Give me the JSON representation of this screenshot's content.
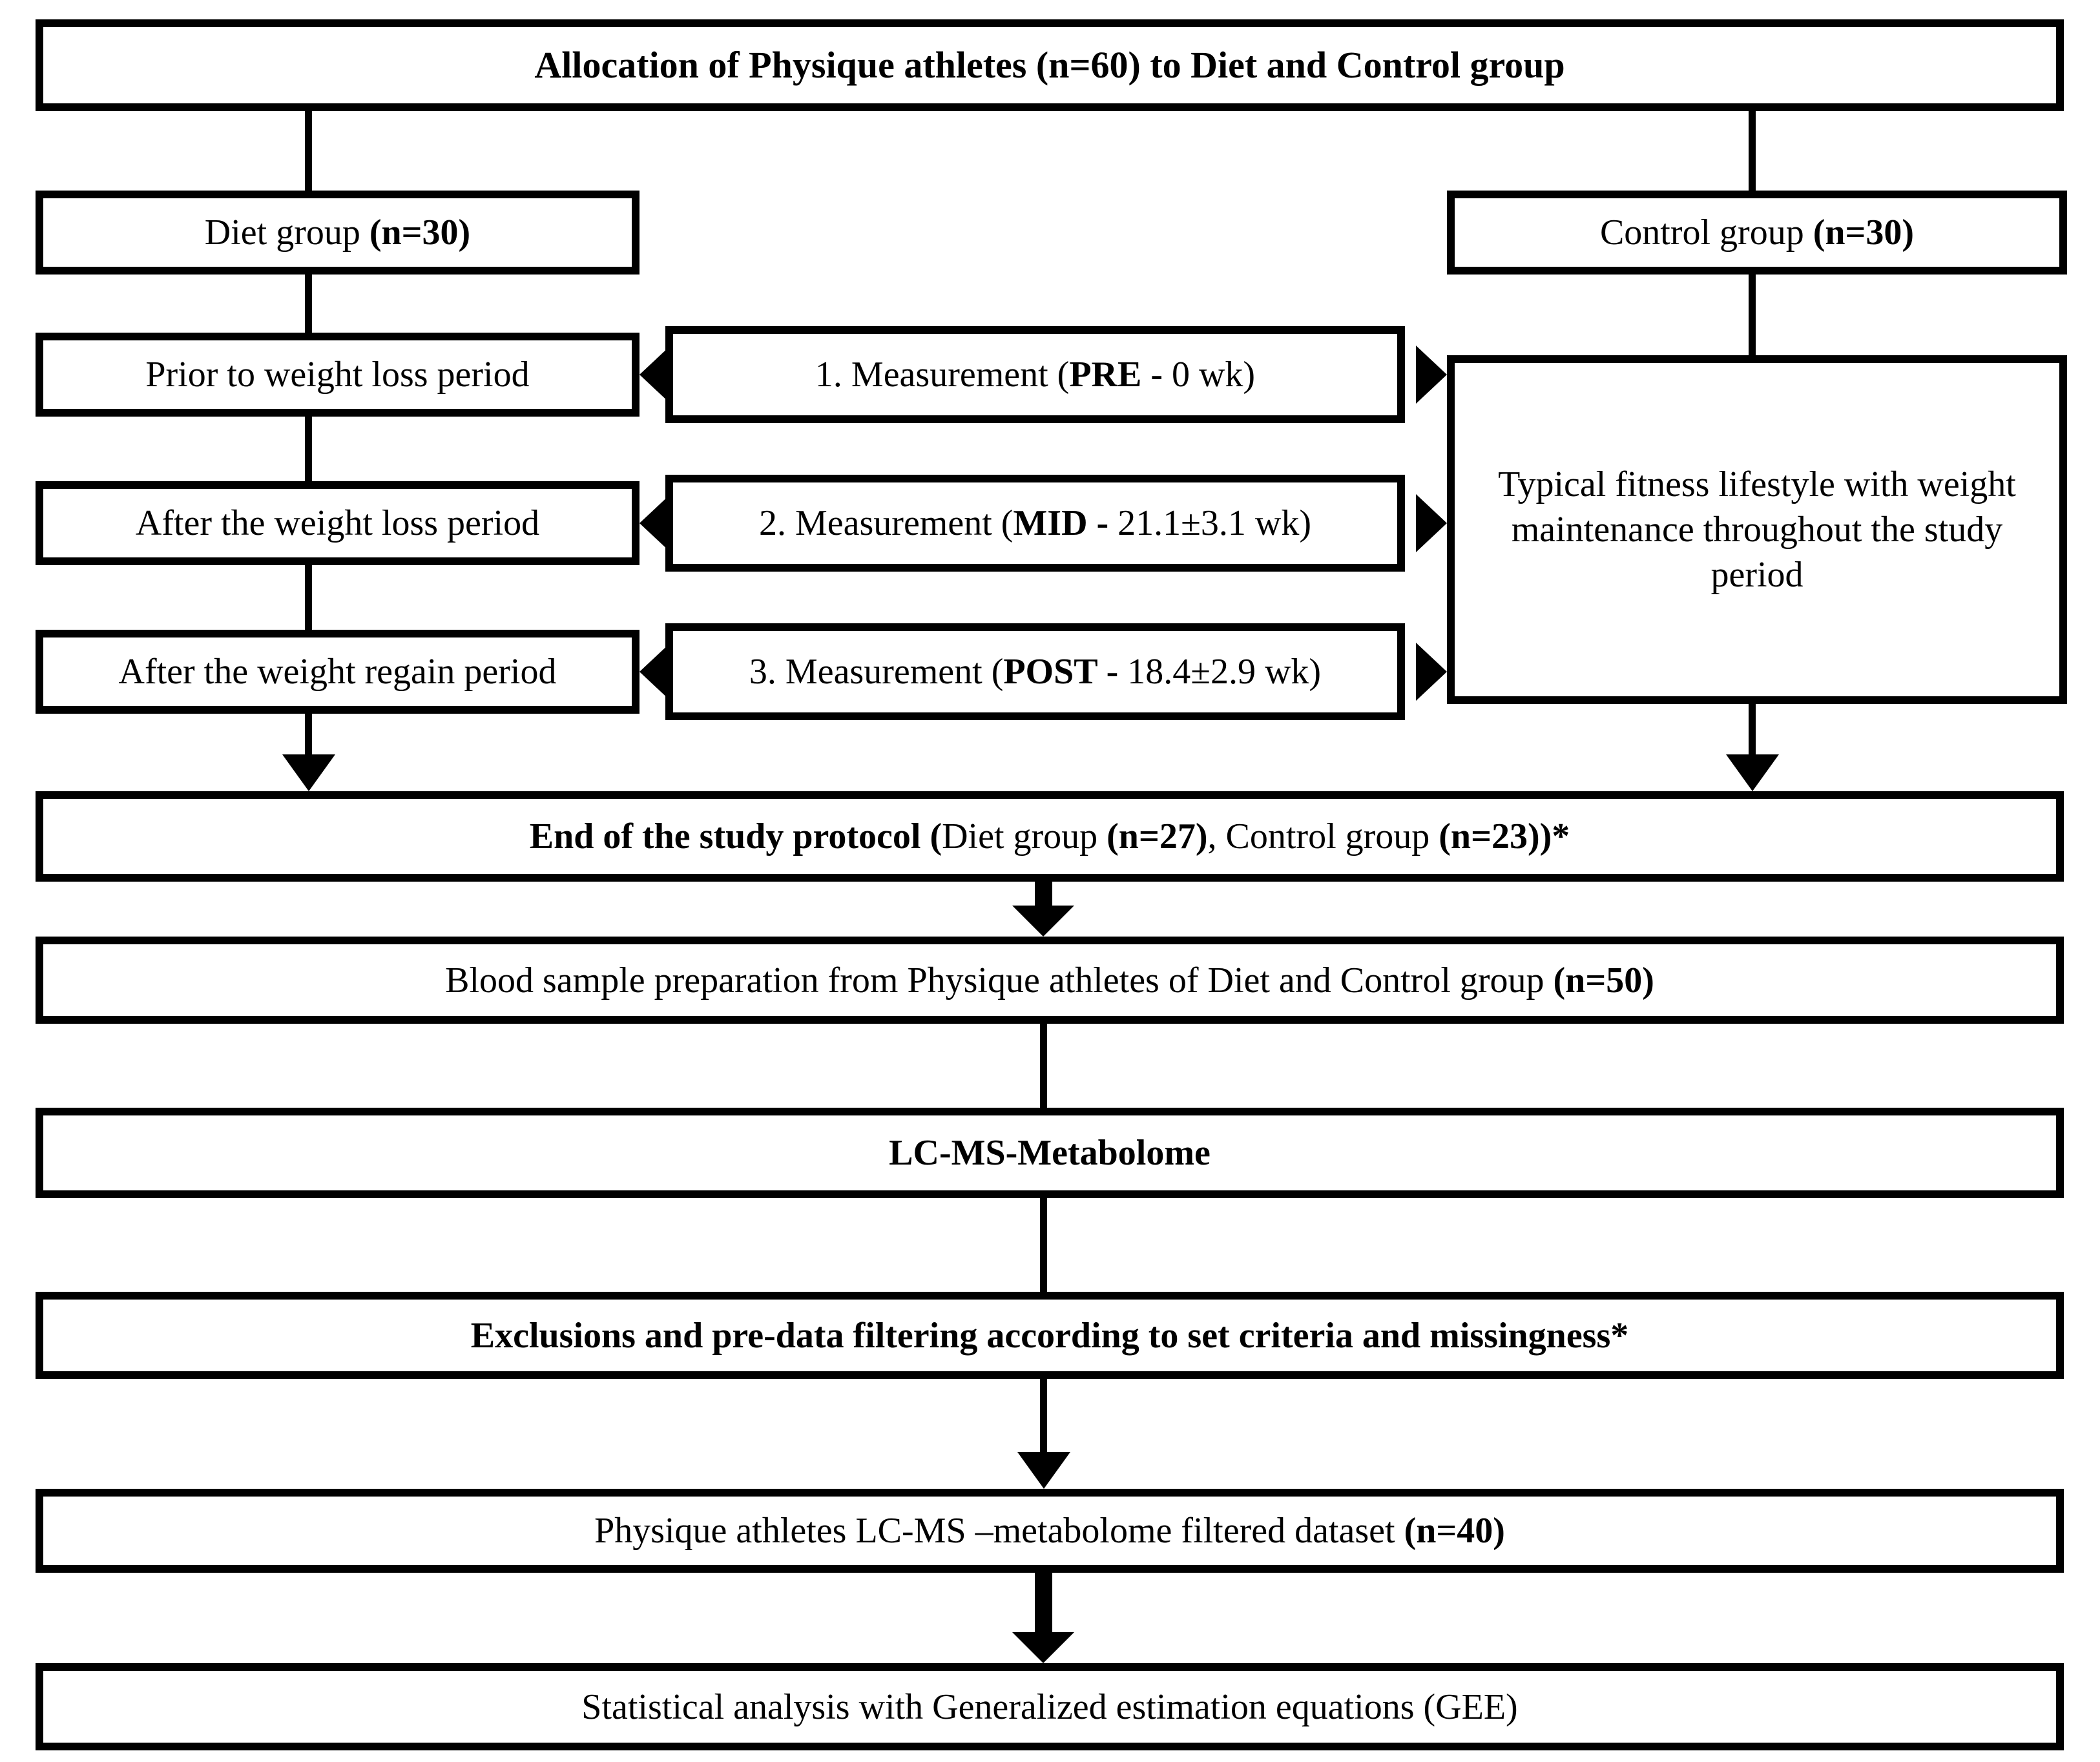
{
  "colors": {
    "ink": "#000000",
    "paper": "#ffffff"
  },
  "boxes": {
    "allocation": {
      "segments": [
        {
          "text": "Allocation of Physique athletes (n=60) to Diet and Control group",
          "bold": true
        }
      ]
    },
    "diet_group": {
      "segments": [
        {
          "text": "Diet group ",
          "bold": false
        },
        {
          "text": "(n=30)",
          "bold": true
        }
      ]
    },
    "control_group": {
      "segments": [
        {
          "text": "Control group ",
          "bold": false
        },
        {
          "text": "(n=30)",
          "bold": true
        }
      ]
    },
    "prior": {
      "segments": [
        {
          "text": "Prior to weight loss period",
          "bold": false
        }
      ]
    },
    "after_loss": {
      "segments": [
        {
          "text": "After the weight loss period",
          "bold": false
        }
      ]
    },
    "after_regain": {
      "segments": [
        {
          "text": "After the weight regain period",
          "bold": false
        }
      ]
    },
    "measurement_1": {
      "segments": [
        {
          "text": "1. Measurement (",
          "bold": false
        },
        {
          "text": "PRE - ",
          "bold": true
        },
        {
          "text": "0 wk)",
          "bold": false
        }
      ]
    },
    "measurement_2": {
      "segments": [
        {
          "text": "2. Measurement (",
          "bold": false
        },
        {
          "text": "MID - ",
          "bold": true
        },
        {
          "text": "21.1±3.1 wk)",
          "bold": false
        }
      ]
    },
    "measurement_3": {
      "segments": [
        {
          "text": "3. Measurement (",
          "bold": false
        },
        {
          "text": "POST - ",
          "bold": true
        },
        {
          "text": "18.4±2.9 wk)",
          "bold": false
        }
      ]
    },
    "typical_lifestyle": {
      "segments": [
        {
          "text": "Typical fitness lifestyle with weight maintenance throughout the study period",
          "bold": false
        }
      ]
    },
    "end_protocol": {
      "segments": [
        {
          "text": "End of the study protocol (",
          "bold": true
        },
        {
          "text": "Diet group ",
          "bold": false
        },
        {
          "text": "(n=27)",
          "bold": true
        },
        {
          "text": ", Control group ",
          "bold": false
        },
        {
          "text": "(n=23))*",
          "bold": true
        }
      ]
    },
    "blood_sample": {
      "segments": [
        {
          "text": "Blood sample preparation from Physique athletes of Diet and Control group ",
          "bold": false
        },
        {
          "text": "(n=50)",
          "bold": true
        }
      ]
    },
    "lcms": {
      "segments": [
        {
          "text": "LC-MS-Metabolome",
          "bold": true
        }
      ]
    },
    "exclusions": {
      "segments": [
        {
          "text": "Exclusions and pre-data filtering according to set criteria and missingness*",
          "bold": true
        }
      ]
    },
    "filtered_dataset": {
      "segments": [
        {
          "text": "Physique athletes LC-MS –metabolome filtered dataset ",
          "bold": false
        },
        {
          "text": "(n=40)",
          "bold": true
        }
      ]
    },
    "statistical": {
      "segments": [
        {
          "text": "Statistical analysis with Generalized estimation equations (GEE)",
          "bold": false
        }
      ]
    }
  },
  "edges": [
    {
      "from": "allocation",
      "to": "diet_group",
      "type": "line"
    },
    {
      "from": "allocation",
      "to": "control_group",
      "type": "line"
    },
    {
      "from": "diet_group",
      "to": "prior",
      "type": "line"
    },
    {
      "from": "prior",
      "to": "after_loss",
      "type": "line"
    },
    {
      "from": "after_loss",
      "to": "after_regain",
      "type": "line"
    },
    {
      "from": "after_regain",
      "to": "end_protocol",
      "type": "arrow"
    },
    {
      "from": "control_group",
      "to": "typical_lifestyle",
      "type": "line"
    },
    {
      "from": "typical_lifestyle",
      "to": "end_protocol",
      "type": "arrow"
    },
    {
      "from": "measurement_1",
      "to": "prior",
      "type": "arrowhead-left"
    },
    {
      "from": "measurement_1",
      "to": "typical_lifestyle",
      "type": "arrowhead-right"
    },
    {
      "from": "measurement_2",
      "to": "after_loss",
      "type": "arrowhead-left"
    },
    {
      "from": "measurement_2",
      "to": "typical_lifestyle",
      "type": "arrowhead-right"
    },
    {
      "from": "measurement_3",
      "to": "after_regain",
      "type": "arrowhead-left"
    },
    {
      "from": "measurement_3",
      "to": "typical_lifestyle",
      "type": "arrowhead-right"
    },
    {
      "from": "end_protocol",
      "to": "blood_sample",
      "type": "thick-arrow"
    },
    {
      "from": "blood_sample",
      "to": "lcms",
      "type": "line"
    },
    {
      "from": "lcms",
      "to": "exclusions",
      "type": "line"
    },
    {
      "from": "exclusions",
      "to": "filtered_dataset",
      "type": "arrow"
    },
    {
      "from": "filtered_dataset",
      "to": "statistical",
      "type": "thick-arrow"
    }
  ]
}
